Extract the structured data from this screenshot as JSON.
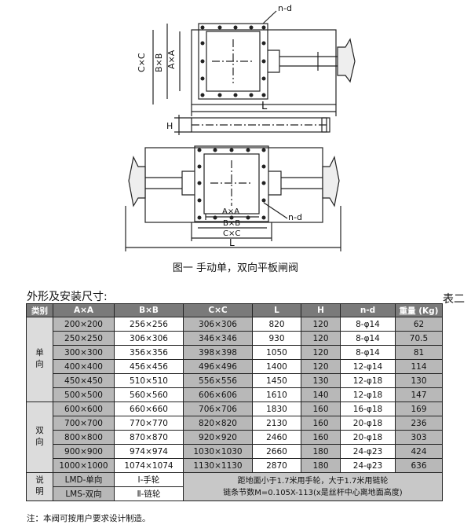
{
  "drawing": {
    "label_nd_top": "n-d",
    "label_cc": "C×C",
    "label_bb": "B×B",
    "label_aa": "A×A",
    "label_l_top": "L",
    "label_h": "H",
    "label_aa_bottom": "A×A",
    "label_bb_bottom": "B×B",
    "label_cc_bottom": "C×C",
    "label_l_bottom": "L",
    "label_nd_bottom": "n-d"
  },
  "caption": "图一  手动单，双向平板闸阀",
  "section_title": "外形及安装尺寸:",
  "table_number": "表二",
  "table": {
    "headers": [
      "类别",
      "A×A",
      "B×B",
      "C×C",
      "L",
      "H",
      "n-d",
      "重量 (Kg)"
    ],
    "groups": [
      {
        "name": "单向",
        "rows": [
          [
            "200×200",
            "256×256",
            "306×306",
            "820",
            "120",
            "8-φ14",
            "62"
          ],
          [
            "250×250",
            "306×306",
            "346×346",
            "930",
            "120",
            "8-φ14",
            "70.5"
          ],
          [
            "300×300",
            "356×356",
            "398×398",
            "1050",
            "120",
            "8-φ14",
            "81"
          ],
          [
            "400×400",
            "456×456",
            "496×496",
            "1400",
            "120",
            "12-φ14",
            "114"
          ],
          [
            "450×450",
            "510×510",
            "556×556",
            "1450",
            "130",
            "12-φ18",
            "130"
          ],
          [
            "500×500",
            "560×560",
            "606×606",
            "1610",
            "140",
            "12-φ18",
            "147"
          ]
        ]
      },
      {
        "name": "双向",
        "rows": [
          [
            "600×600",
            "660×660",
            "706×706",
            "1830",
            "160",
            "16-φ18",
            "169"
          ],
          [
            "700×700",
            "770×770",
            "820×820",
            "2130",
            "160",
            "20-φ18",
            "236"
          ],
          [
            "800×800",
            "870×870",
            "920×920",
            "2460",
            "160",
            "20-φ18",
            "303"
          ],
          [
            "900×900",
            "974×974",
            "1030×1030",
            "2660",
            "180",
            "24-φ23",
            "424"
          ],
          [
            "1000×1000",
            "1074×1074",
            "1130×1130",
            "2870",
            "180",
            "24-φ23",
            "636"
          ]
        ]
      }
    ],
    "notes": {
      "label": "说明",
      "row1_type": "LMD-单向",
      "row1_drive": "Ⅰ-手轮",
      "row2_type": "LMS-双向",
      "row2_drive": "Ⅱ-链轮",
      "remark_line1": "距地面小于1.7米用手轮，大于1.7米用链轮",
      "remark_line2": "链条节数M=0.105X-113(x是丝杆中心离地面高度)"
    }
  },
  "footnote": "注：本阀可按用户要求设计制造。"
}
